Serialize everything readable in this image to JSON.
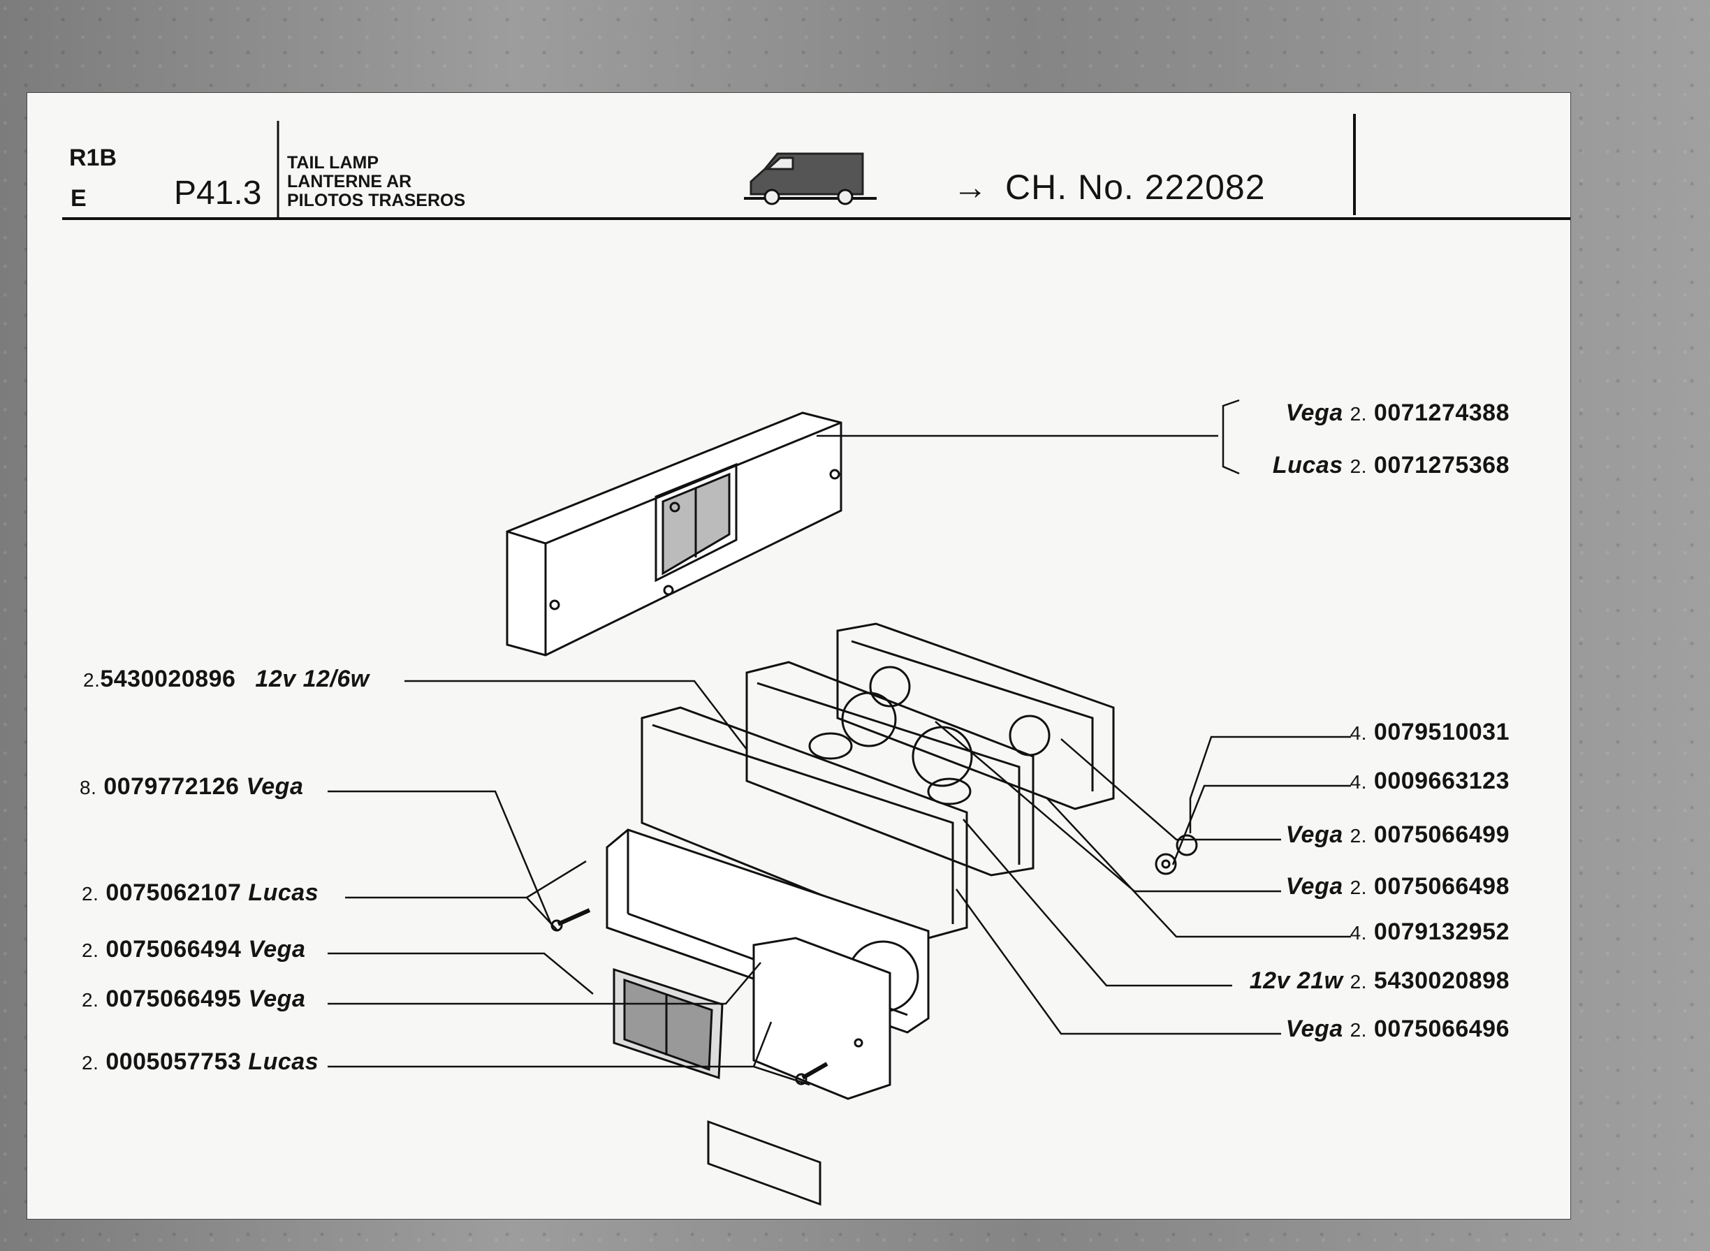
{
  "header": {
    "model_code": "R1B",
    "language_code": "E",
    "page_number": "P41.3",
    "title_lines": [
      "TAIL LAMP",
      "LANTERNE AR",
      "PILOTOS TRASEROS"
    ],
    "chassis_arrow": "→",
    "chassis_label": "CH. No. 222082"
  },
  "parts_left": [
    {
      "qty": "2.",
      "number": "5430020896",
      "desc": "12v 12/6w"
    },
    {
      "qty": "8.",
      "number": "0079772126",
      "desc": "Vega"
    },
    {
      "qty": "2.",
      "number": "0075062107",
      "desc": "Lucas"
    },
    {
      "qty": "2.",
      "number": "0075066494",
      "desc": "Vega"
    },
    {
      "qty": "2.",
      "number": "0075066495",
      "desc": "Vega"
    },
    {
      "qty": "2.",
      "number": "0005057753",
      "desc": "Lucas"
    }
  ],
  "parts_right": [
    {
      "brand": "Vega",
      "qty": "2.",
      "number": "0071274388"
    },
    {
      "brand": "Lucas",
      "qty": "2.",
      "number": "0071275368"
    },
    {
      "brand": "",
      "qty": "4.",
      "number": "0079510031"
    },
    {
      "brand": "",
      "qty": "4.",
      "number": "0009663123"
    },
    {
      "brand": "Vega",
      "qty": "2.",
      "number": "0075066499"
    },
    {
      "brand": "Vega",
      "qty": "2.",
      "number": "0075066498"
    },
    {
      "brand": "",
      "qty": "4.",
      "number": "0079132952"
    },
    {
      "brand": "12v 21w",
      "qty": "2.",
      "number": "5430020898"
    },
    {
      "brand": "Vega",
      "qty": "2.",
      "number": "0075066496"
    }
  ]
}
